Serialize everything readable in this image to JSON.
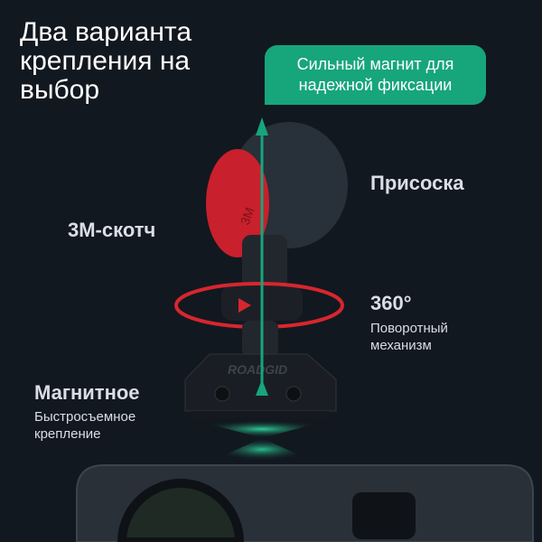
{
  "title": "Два варианта крепления на выбор",
  "badge": "Сильный магнит для надежной фиксации",
  "labels": {
    "suction": "Присоска",
    "tape": "3M-скотч",
    "rotation_title": "360°",
    "rotation_sub1": "Поворотный",
    "rotation_sub2": "механизм",
    "magnetic_title": "Магнитное",
    "magnetic_sub1": "Быстросъемное",
    "magnetic_sub2": "крепление"
  },
  "product": {
    "brand": "ROADGID",
    "tape_text": "3M"
  },
  "colors": {
    "accent": "#17a57c",
    "background": "#121820",
    "arrow": "#d7262e"
  }
}
